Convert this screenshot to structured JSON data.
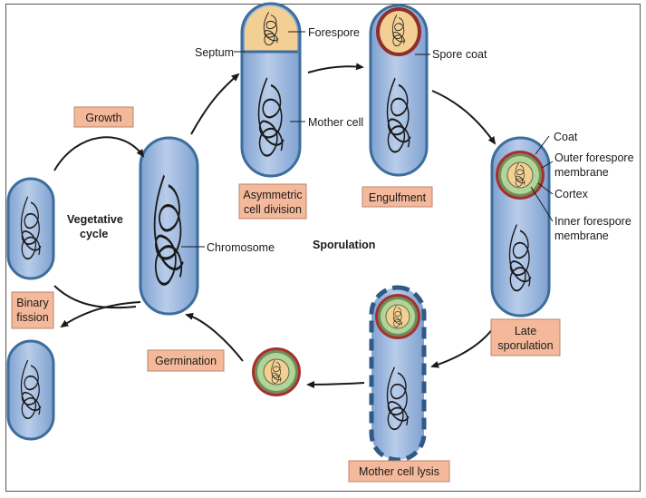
{
  "labels": {
    "forespore": "Forespore",
    "septum": "Septum",
    "spore_coat": "Spore coat",
    "mother_cell": "Mother cell",
    "coat": "Coat",
    "outer_forespore_membrane_1": "Outer forespore",
    "outer_forespore_membrane_2": "membrane",
    "cortex": "Cortex",
    "inner_forespore_membrane_1": "Inner forespore",
    "inner_forespore_membrane_2": "membrane",
    "chromosome": "Chromosome",
    "vegetative_cycle_1": "Vegetative",
    "vegetative_cycle_2": "cycle",
    "sporulation": "Sporulation"
  },
  "stages": {
    "growth": "Growth",
    "asymmetric_1": "Asymmetric",
    "asymmetric_2": "cell division",
    "engulfment": "Engulfment",
    "late_1": "Late",
    "late_2": "sporulation",
    "mother_cell_lysis": "Mother cell lysis",
    "germination": "Germination",
    "binary_1": "Binary",
    "binary_2": "fission"
  },
  "colors": {
    "cell_fill": "#a9c1e4",
    "cell_stroke": "#3c6e9c",
    "forespore_fill": "#f3cf94",
    "cortex_green": "#b2d597",
    "coat_red": "#a8302c",
    "label_box": "#f4b99a"
  }
}
